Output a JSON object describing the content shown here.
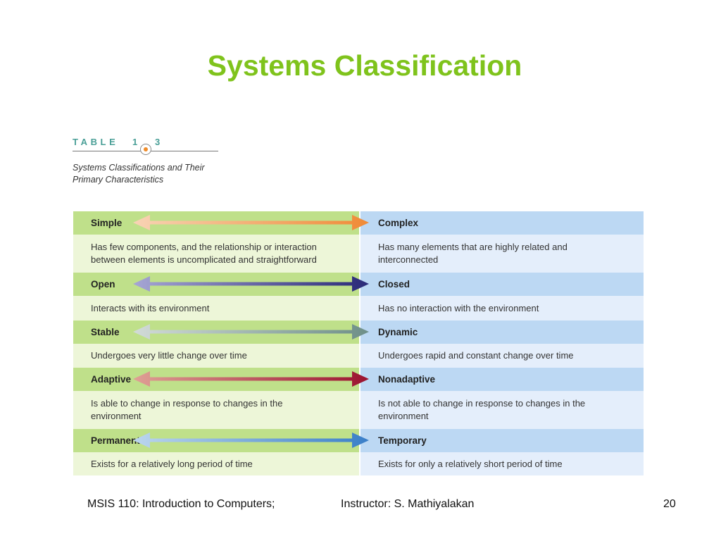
{
  "title": "Systems Classification",
  "table_label": {
    "word": "TABLE",
    "number_left": "1",
    "number_right": "3"
  },
  "caption": [
    "Systems Classifications and Their",
    "Primary Characteristics"
  ],
  "rows": [
    {
      "left": "Simple",
      "right": "Complex",
      "left_desc": [
        "Has few components, and the relationship or interaction",
        "between elements is uncomplicated and straightforward"
      ],
      "right_desc": [
        "Has many elements that are highly related and",
        "interconnected"
      ],
      "arrow_start": "#f8d3b5",
      "arrow_end": "#f08a36"
    },
    {
      "left": "Open",
      "right": "Closed",
      "left_desc": [
        "Interacts with its environment"
      ],
      "right_desc": [
        "Has no interaction with the environment"
      ],
      "arrow_start": "#a6a6d4",
      "arrow_end": "#2a2a78"
    },
    {
      "left": "Stable",
      "right": "Dynamic",
      "left_desc": [
        "Undergoes very little change over time"
      ],
      "right_desc": [
        "Undergoes rapid and constant change over time"
      ],
      "arrow_start": "#d2dbd8",
      "arrow_end": "#6e8f88"
    },
    {
      "left": "Adaptive",
      "right": "Nonadaptive",
      "left_desc": [
        "Is able to change in response to changes in the",
        "environment"
      ],
      "right_desc": [
        "Is not able to change in response to changes in the",
        "environment"
      ],
      "arrow_start": "#dfa095",
      "arrow_end": "#9b1330"
    },
    {
      "left": "Permanent",
      "right": "Temporary",
      "left_desc": [
        "Exists for a relatively long period of time"
      ],
      "right_desc": [
        "Exists for only a relatively short period of time"
      ],
      "arrow_start": "#bcd6ee",
      "arrow_end": "#3a7fc8"
    }
  ],
  "footer": {
    "course": "MSIS 110: Introduction to Computers;",
    "instructor": "Instructor: S. Mathiyalakan",
    "page": "20"
  }
}
